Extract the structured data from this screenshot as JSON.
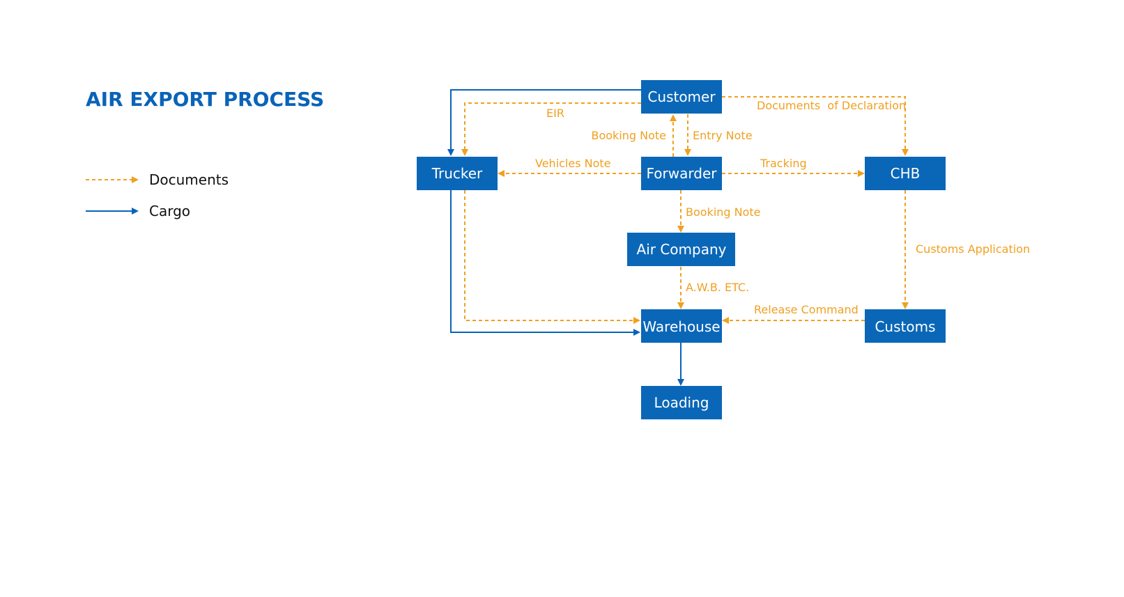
{
  "title": "AIR EXPORT PROCESS",
  "legend": {
    "documents": "Documents",
    "cargo": "Cargo"
  },
  "colors": {
    "node": "#0a67b8",
    "title": "#0a63b8",
    "documents": "#f0a020",
    "cargo": "#0a63b8"
  },
  "nodes": {
    "customer": "Customer",
    "forwarder": "Forwarder",
    "trucker": "Trucker",
    "chb": "CHB",
    "air_company": "Air Company",
    "warehouse": "Warehouse",
    "customs": "Customs",
    "loading": "Loading"
  },
  "edge_labels": {
    "eir": "EIR",
    "documents_of_declaration": "Documents  of Declaration",
    "booking_note_up": "Booking Note",
    "entry_note": "Entry Note",
    "vehicles_note": "Vehicles Note",
    "tracking": "Tracking",
    "booking_note_down": "Booking Note",
    "customs_application": "Customs Application",
    "awb_etc": "A.W.B. ETC.",
    "release_command": "Release Command"
  }
}
